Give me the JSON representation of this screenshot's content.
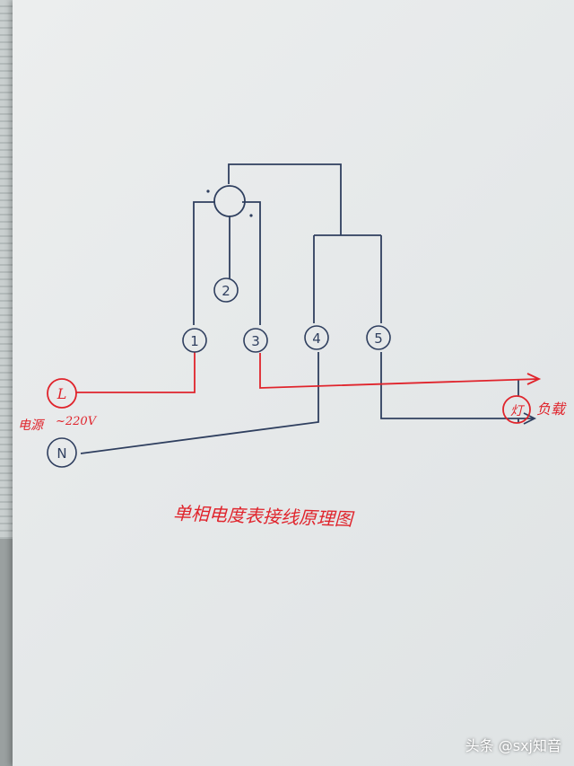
{
  "diagram": {
    "title": "单相电度表接线原理图",
    "terminals": [
      "1",
      "2",
      "3",
      "4",
      "5"
    ],
    "live_label": "L",
    "neutral_label": "N",
    "source_label": "电源",
    "voltage_label": "~220V",
    "lamp_label": "灯",
    "load_label": "负载",
    "colors": {
      "red_ink": "#e0242c",
      "blue_ink": "#2f3f5f"
    }
  },
  "watermark": "头条 @sxj知音"
}
